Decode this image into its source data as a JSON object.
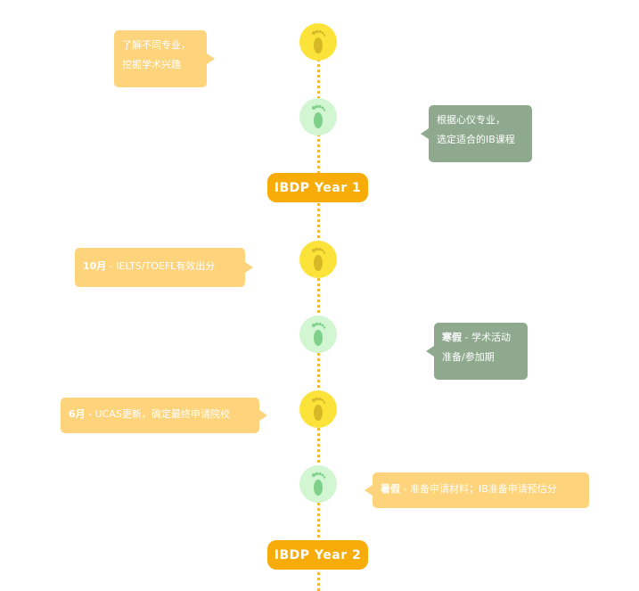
{
  "colors": {
    "accent": "#f7ac0a",
    "light_bubble": "#fdd37c",
    "dark_bubble": "#8fa98f",
    "yellow_node": "#fce33a",
    "green_node": "#d2f5d2",
    "foot_yellow": "#d7b826",
    "foot_green": "#7fd08a"
  },
  "icons": {
    "node": "footprint-icon"
  },
  "years": {
    "y1": "IBDP  Year 1",
    "y2": "IBDP  Year 2"
  },
  "bubbles": {
    "b1": {
      "line1": "了解不同专业，",
      "line2": "挖掘学术兴趣"
    },
    "b2": {
      "line1": "根据心仪专业，",
      "line2": "选定适合的IB课程"
    },
    "b3": {
      "bold": "10月",
      "text": " - IELTS/TOEFL有效出分"
    },
    "b4": {
      "bold": "寒假",
      "text": " - 学术活动",
      "line2": "准备/参加期"
    },
    "b5": {
      "bold": "6月",
      "text": " - UCAS更新，确定最终申请院校"
    },
    "b6": {
      "bold": "暑假",
      "text": " - 准备申请材料；IB准备申请预估分"
    }
  }
}
